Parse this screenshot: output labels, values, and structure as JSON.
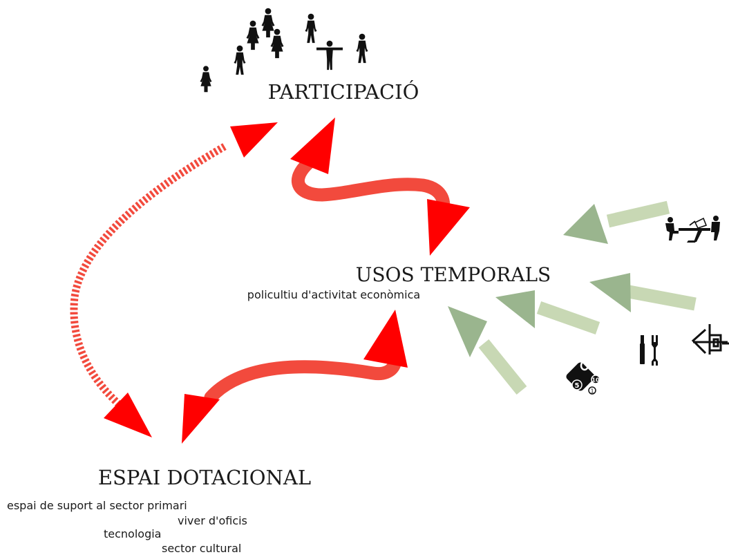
{
  "nodes": {
    "participation": {
      "title": "PARTICIPACIÓ"
    },
    "temporary_uses": {
      "title": "USOS TEMPORALS",
      "subtitle": "policultiu d'activitat econòmica"
    },
    "facility_space": {
      "title": "ESPAI DOTACIONAL",
      "items": [
        "espai de suport al sector primari",
        "viver d'oficis",
        "tecnologia",
        "sector cultural"
      ]
    }
  },
  "colors": {
    "red_arrow": "#f24a3d",
    "red_head": "#ff0000",
    "green_shaft": "#c8d8b4",
    "green_head": "#9ab58e",
    "icon": "#111111"
  },
  "icons": [
    "people-icon",
    "meeting-desk-icon",
    "drafting-tools-icon",
    "repair-tools-icon",
    "coins-icon"
  ]
}
